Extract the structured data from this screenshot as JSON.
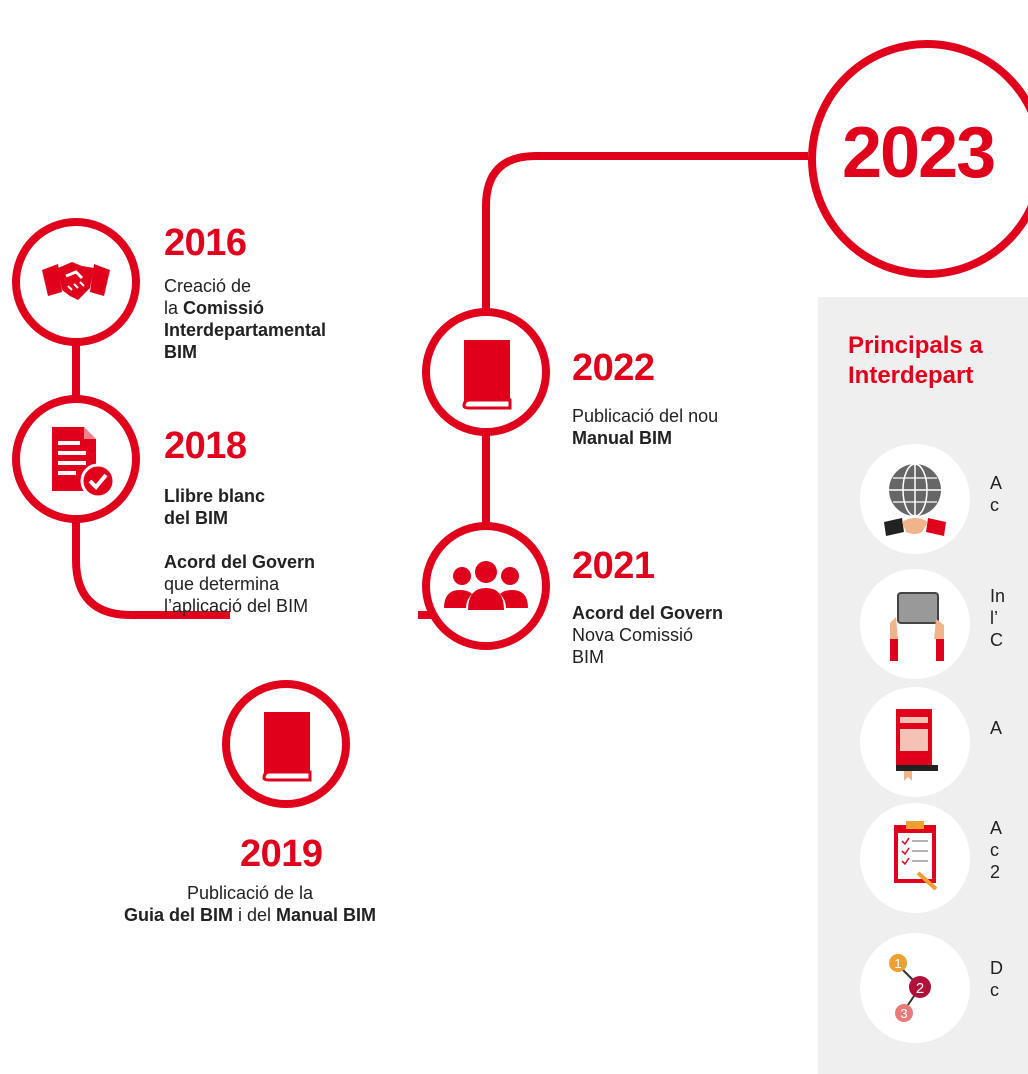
{
  "brand": {
    "accent": "#e0001b",
    "panel_bg": "#efefef"
  },
  "highlight_year": "2023",
  "timeline": {
    "y2016": {
      "year": "2016",
      "l1": "Creació de",
      "l2_pre": "la ",
      "l2_bold": "Comissió",
      "l3_bold": "Interdepartamental",
      "l4_bold": "BIM",
      "icon": "handshake-icon"
    },
    "y2018": {
      "year": "2018",
      "b1": "Llibre blanc",
      "b2": "del BIM",
      "b3": "Acord del Govern",
      "l4": "que determina",
      "l5": "l’aplicació del BIM",
      "icon": "document-check-icon"
    },
    "y2019": {
      "year": "2019",
      "l1": "Publicació de la",
      "l2_bold_a": "Guia del BIM",
      "l2_mid": " i del ",
      "l2_bold_b": "Manual BIM",
      "icon": "book-icon"
    },
    "y2021": {
      "year": "2021",
      "b1": "Acord del Govern",
      "l2": "Nova Comissió",
      "l3": "BIM",
      "icon": "people-icon"
    },
    "y2022": {
      "year": "2022",
      "l1": "Publicació del nou",
      "l2_bold": "Manual BIM",
      "icon": "book-icon"
    }
  },
  "panel": {
    "title_l1": "Principals a",
    "title_l2": "Interdepart",
    "items": [
      {
        "icon": "globe-handshake-icon",
        "l1": "A",
        "l2": "c",
        "l3": ""
      },
      {
        "icon": "tablet-hands-icon",
        "l1": "In",
        "l2": "l’",
        "l3": "C"
      },
      {
        "icon": "red-book-icon",
        "l1": "A",
        "l2": "",
        "l3": ""
      },
      {
        "icon": "clipboard-checklist-icon",
        "l1": "A",
        "l2": "c",
        "l3": "2"
      },
      {
        "icon": "numbered-steps-icon",
        "l1": "D",
        "l2": "c",
        "l3": ""
      }
    ],
    "step_numbers": [
      "1",
      "2",
      "3"
    ]
  }
}
